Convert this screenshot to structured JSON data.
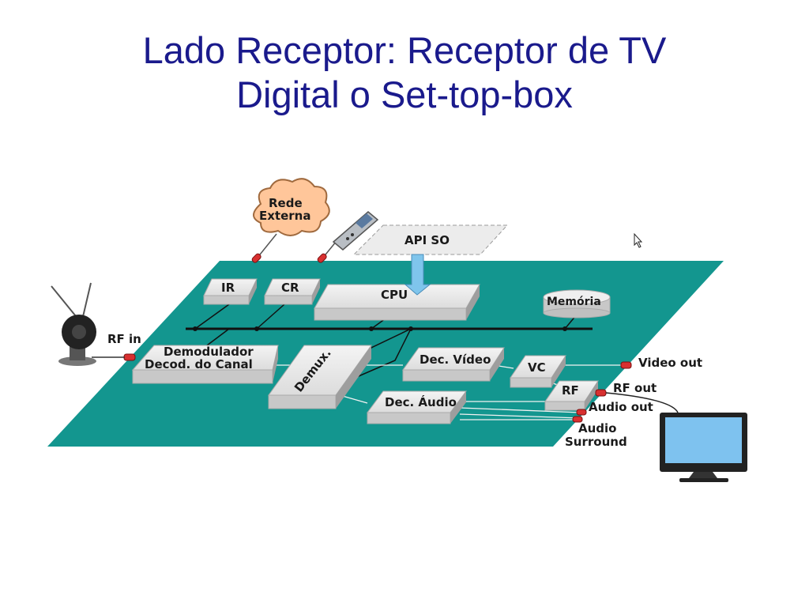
{
  "slide": {
    "title_line1": "Lado Receptor: Receptor de TV",
    "title_line2": "Digital o Set-top-box"
  },
  "diagram": {
    "cloud_line1": "Rede",
    "cloud_line2": "Externa",
    "api": "API SO",
    "ir": "IR",
    "cr": "CR",
    "cpu": "CPU",
    "memoria": "Memória",
    "rf_in": "RF in",
    "demod_line1": "Demodulador",
    "demod_line2": "Decod. do Canal",
    "demux": "Demux.",
    "dec_video": "Dec. Vídeo",
    "dec_audio": "Dec. Áudio",
    "vc": "VC",
    "rf": "RF",
    "video_out": "Video out",
    "rf_out": "RF out",
    "audio_out": "Audio out",
    "audio_surround_line1": "Audio",
    "audio_surround_line2": "Surround"
  },
  "colors": {
    "title": "#1a1a8c",
    "board": "#13968f",
    "block": "#e4e4e4",
    "connector": "#d83030"
  }
}
